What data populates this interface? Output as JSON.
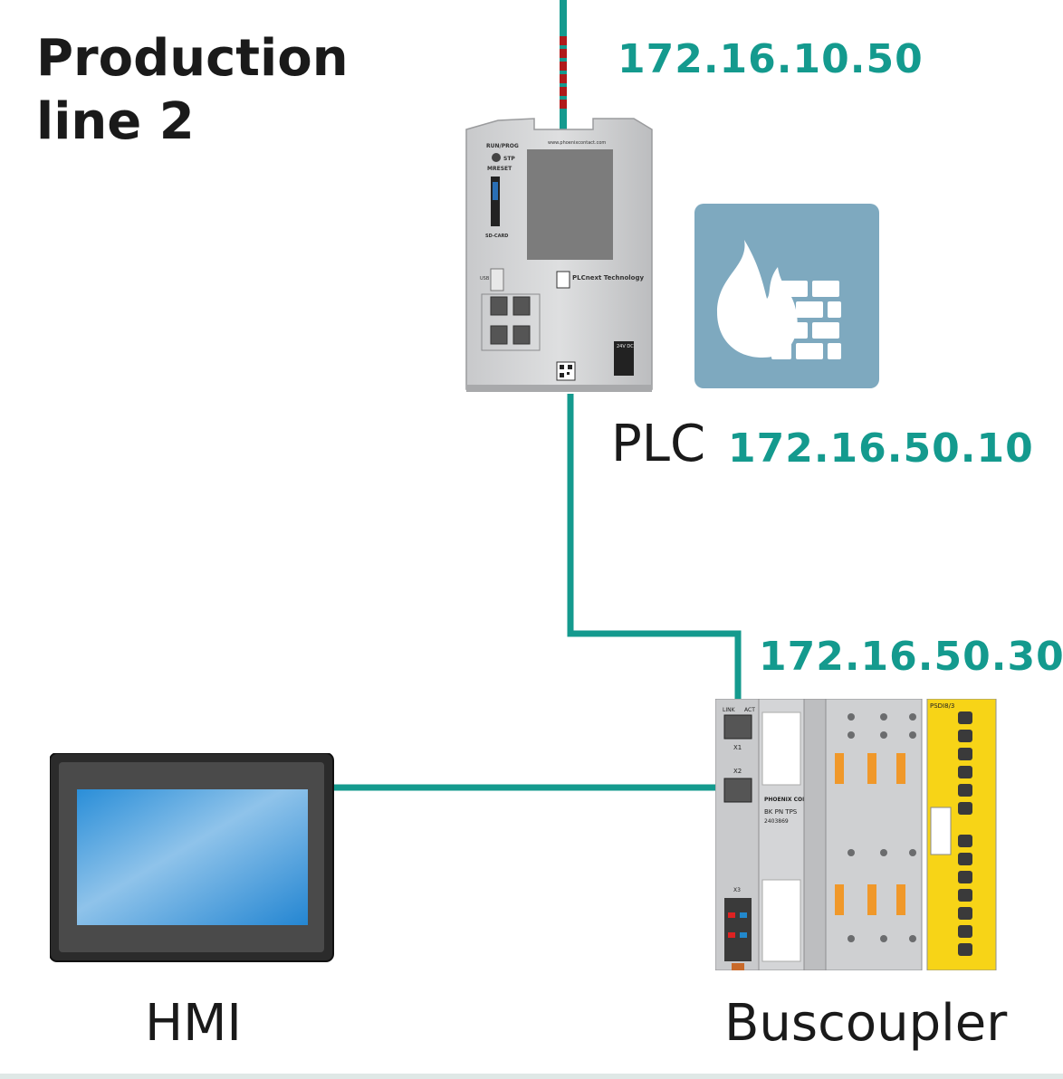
{
  "title": {
    "line1": "Production",
    "line2": "line 2"
  },
  "addresses": {
    "uplink_ip": "172.16.10.50",
    "plc_ip": "172.16.50.10",
    "buscoupler_ip": "172.16.50.30"
  },
  "devices": {
    "plc_label": "PLC",
    "hmi_label": "HMI",
    "buscoupler_label": "Buscoupler",
    "firewall_icon": "firewall-icon"
  },
  "plc_panel": {
    "brand": "PLCnext Technology",
    "runprog": "RUN/PROG",
    "stp": "STP",
    "mreset": "MRESET",
    "sdcard": "SD-CARD",
    "usb": "USB",
    "power": "24V DC"
  },
  "coupler_panel": {
    "brand": "PHOENIX CONTACT",
    "model": "BK PN TPS",
    "part": "2403869",
    "x1": "X1",
    "x2": "X2",
    "x3": "X3",
    "psdi": "PSDI8/3"
  },
  "colors": {
    "network": "#149a8e",
    "uplink_dash": "#b01a1a",
    "firewall_bg": "#7ea9bf",
    "io_yellow": "#f7d417"
  }
}
